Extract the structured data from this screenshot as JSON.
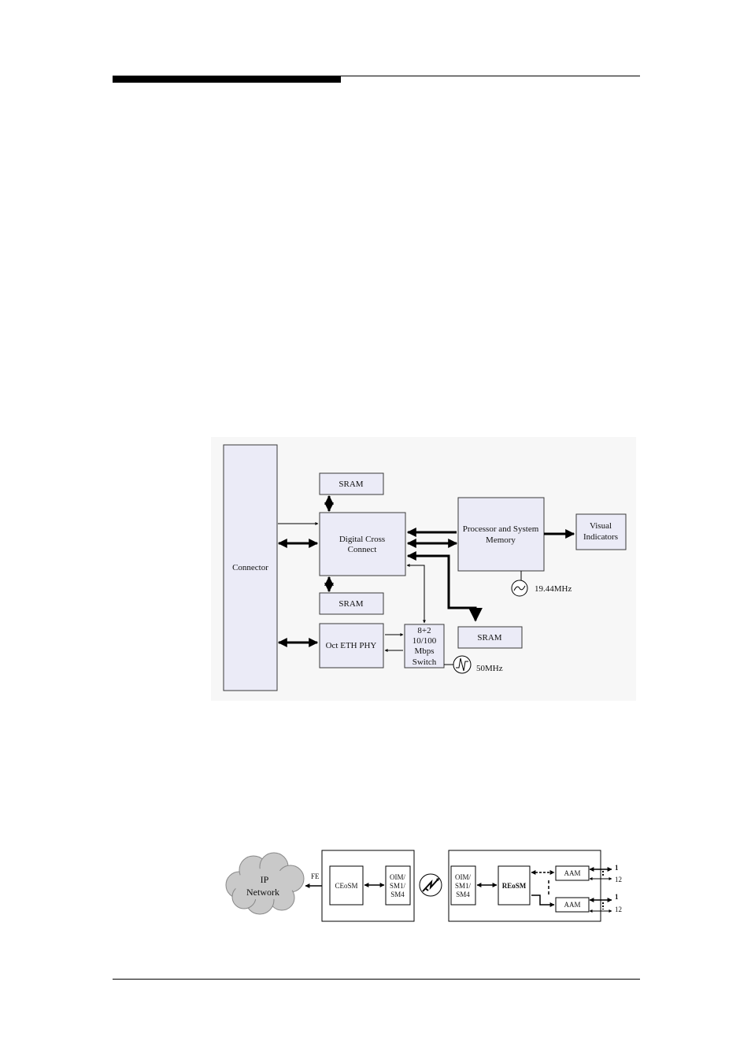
{
  "figure1": {
    "connector": "Connector",
    "sram_top": "SRAM",
    "sram_bottom": "SRAM",
    "sram_right": "SRAM",
    "dcc_line1": "Digital Cross",
    "dcc_line2": "Connect",
    "proc_line1": "Processor and System",
    "proc_line2": "Memory",
    "visual_line1": "Visual",
    "visual_line2": "Indicators",
    "eth_phy": "Oct ETH PHY",
    "switch_line1": "8+2",
    "switch_line2": "10/100",
    "switch_line3": "Mbps",
    "switch_line4": "Switch",
    "clock1": "19.44MHz",
    "clock2": "50MHz"
  },
  "figure2": {
    "cloud_line1": "IP",
    "cloud_line2": "Network",
    "fe": "FE",
    "ceosm": "CEoSM",
    "oim_left_line1": "OIM/",
    "oim_left_line2": "SM1/",
    "oim_left_line3": "SM4",
    "oim_right_line1": "OIM/",
    "oim_right_line2": "SM1/",
    "oim_right_line3": "SM4",
    "reosm": "REoSM",
    "aam_top": "AAM",
    "aam_bottom": "AAM",
    "port_top_1": "1",
    "port_top_12": "12",
    "port_bottom_1": "1",
    "port_bottom_12": "12"
  }
}
